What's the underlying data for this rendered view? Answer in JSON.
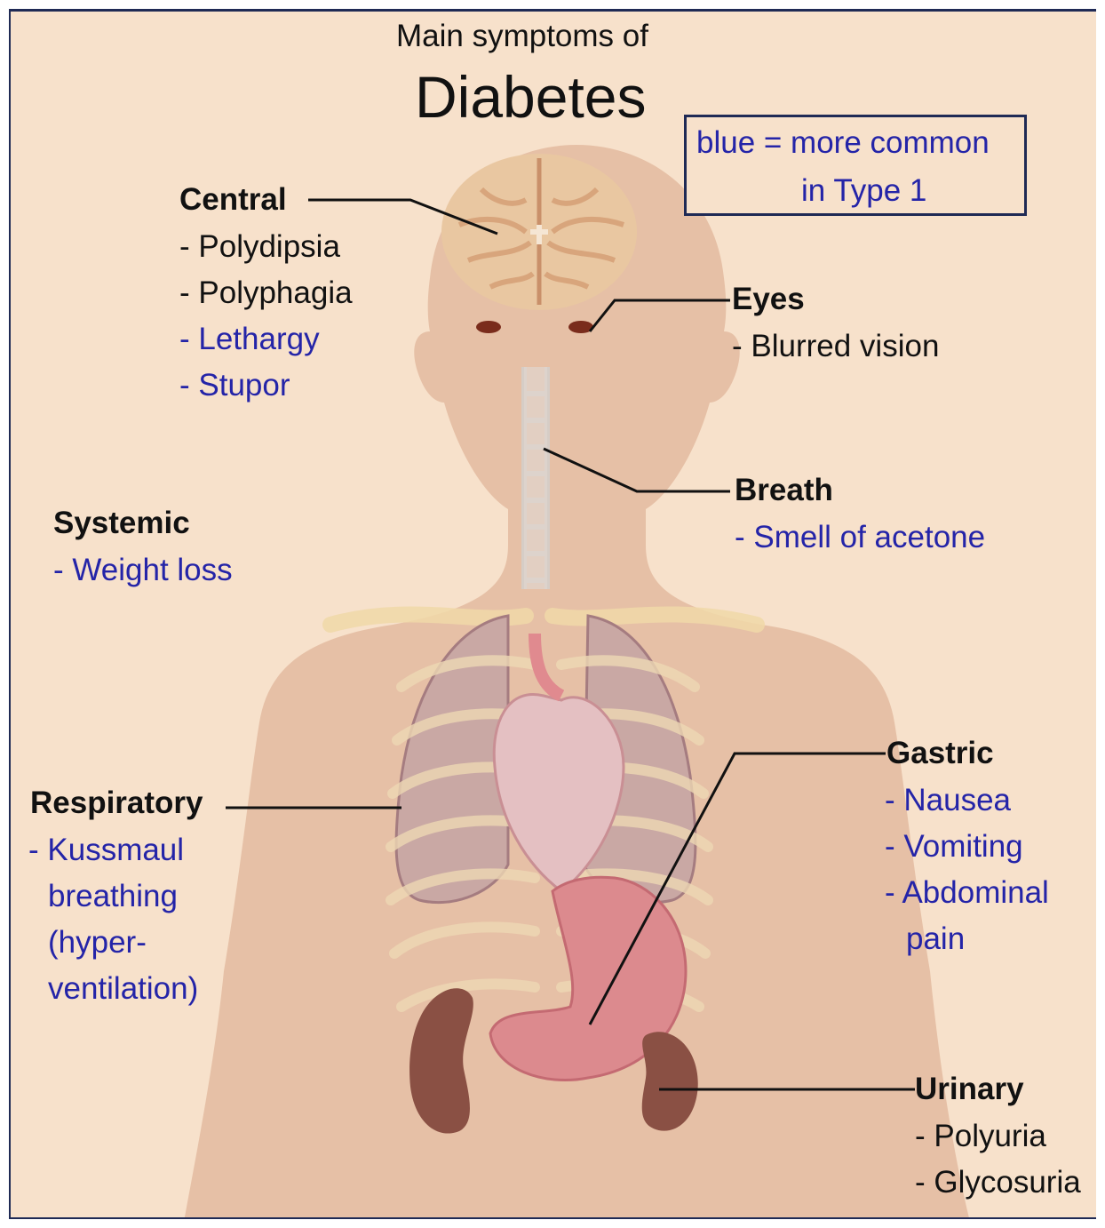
{
  "title": {
    "line1": "Main symptoms of",
    "line2": "Diabetes"
  },
  "legend": {
    "line1": "blue = more common",
    "line2": "in Type 1",
    "color": "#2424a8"
  },
  "colors": {
    "background": "#f7e1cb",
    "body": "#e6c0a6",
    "black_text": "#111111",
    "blue_text": "#2424a8",
    "frame": "#1f2a55"
  },
  "groups": {
    "central": {
      "label": "Central",
      "items": [
        {
          "text": "- Polydipsia",
          "common_type1": false
        },
        {
          "text": "- Polyphagia",
          "common_type1": false
        },
        {
          "text": "- Lethargy",
          "common_type1": true
        },
        {
          "text": "- Stupor",
          "common_type1": true
        }
      ]
    },
    "eyes": {
      "label": "Eyes",
      "items": [
        {
          "text": "- Blurred vision",
          "common_type1": false
        }
      ]
    },
    "breath": {
      "label": "Breath",
      "items": [
        {
          "text": "- Smell of acetone",
          "common_type1": true
        }
      ]
    },
    "systemic": {
      "label": "Systemic",
      "items": [
        {
          "text": "- Weight loss",
          "common_type1": true
        }
      ]
    },
    "respiratory": {
      "label": "Respiratory",
      "items": [
        {
          "text": "- Kussmaul",
          "common_type1": true
        },
        {
          "text": "breathing",
          "common_type1": true
        },
        {
          "text": "(hyper-",
          "common_type1": true
        },
        {
          "text": "ventilation)",
          "common_type1": true
        }
      ]
    },
    "gastric": {
      "label": "Gastric",
      "items": [
        {
          "text": "- Nausea",
          "common_type1": true
        },
        {
          "text": "- Vomiting",
          "common_type1": true
        },
        {
          "text": "- Abdominal",
          "common_type1": true
        },
        {
          "text": "pain",
          "common_type1": true
        }
      ]
    },
    "urinary": {
      "label": "Urinary",
      "items": [
        {
          "text": "- Polyuria",
          "common_type1": false
        },
        {
          "text": "- Glycosuria",
          "common_type1": false
        }
      ]
    }
  }
}
